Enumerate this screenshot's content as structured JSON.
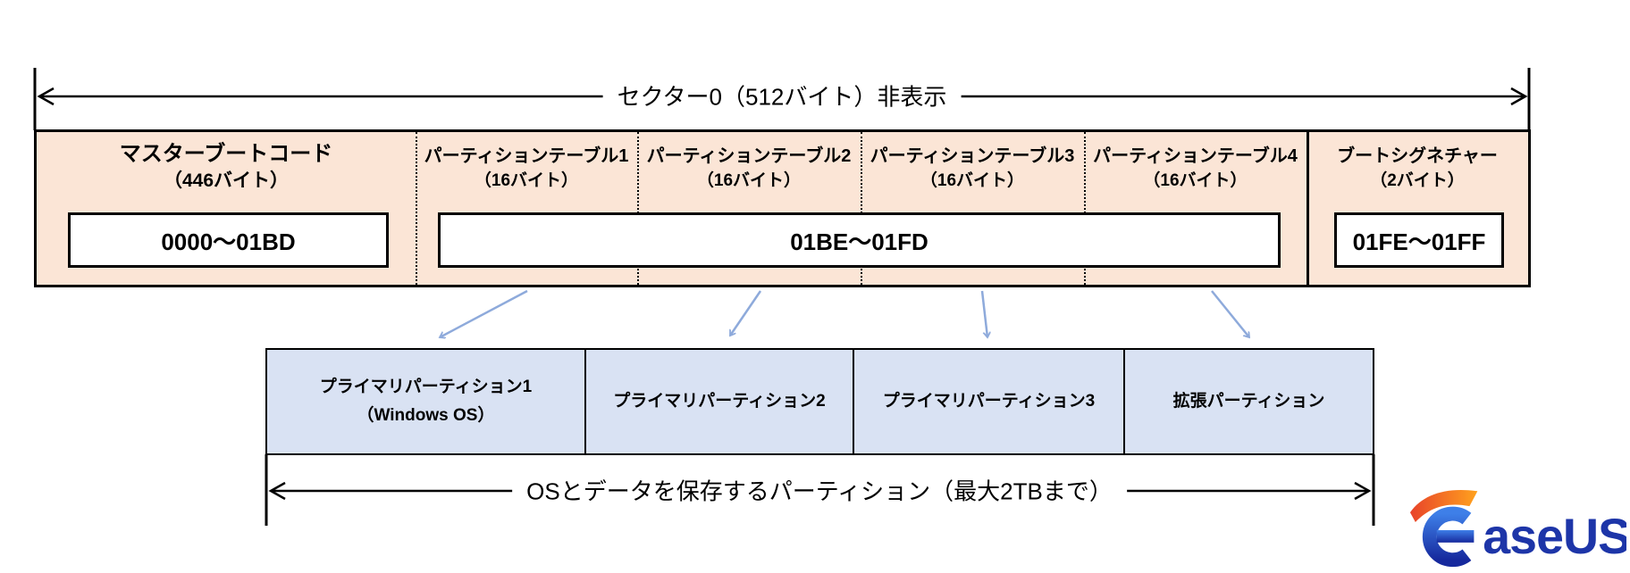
{
  "sector_arrow": {
    "label": "セクター0（512バイト）非表示"
  },
  "mbr": {
    "sections": [
      {
        "title": "マスターブートコード",
        "size": "（446バイト）",
        "range": "0000〜01BD"
      },
      {
        "title": "パーティションテーブル1",
        "size": "（16バイト）"
      },
      {
        "title": "パーティションテーブル2",
        "size": "（16バイト）"
      },
      {
        "title": "パーティションテーブル3",
        "size": "（16バイト）"
      },
      {
        "title": "パーティションテーブル4",
        "size": "（16バイト）"
      },
      {
        "title": "ブートシグネチャー",
        "size": "（2バイト）",
        "range": "01FE〜01FF"
      }
    ],
    "partition_tables_range": "01BE〜01FD"
  },
  "partitions": [
    {
      "label": "プライマリパーティション1",
      "sublabel": "（Windows OS）"
    },
    {
      "label": "プライマリパーティション2"
    },
    {
      "label": "プライマリパーティション3"
    },
    {
      "label": "拡張パーティション"
    }
  ],
  "partition_arrow": {
    "label": "OSとデータを保存するパーティション（最大2TBまで）"
  },
  "logo": {
    "brand": "EaseUS",
    "wordmark_suffix": "aseUS"
  },
  "colors": {
    "mbr_fill": "#FBE5D6",
    "partition_fill": "#D9E2F3",
    "connector_blue": "#8EAADB",
    "line_black": "#000000",
    "logo_blue": "#1D35A8",
    "logo_orange_start": "#E8432A",
    "logo_orange_end": "#FFA21E"
  }
}
